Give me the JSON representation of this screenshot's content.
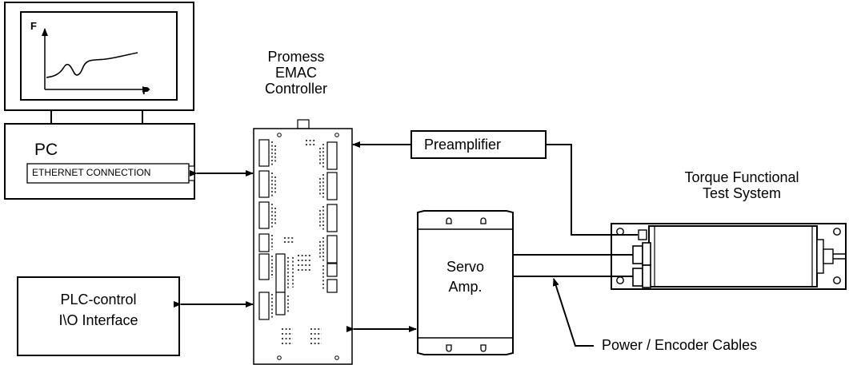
{
  "monitor": {
    "axis_y_label": "F",
    "axis_x_label": "P"
  },
  "pc": {
    "label": "PC",
    "ethernet_label": "ETHERNET CONNECTION"
  },
  "controller": {
    "title_line1": "Promess",
    "title_line2": "EMAC",
    "title_line3": "Controller"
  },
  "preamplifier": {
    "label": "Preamplifier"
  },
  "plc": {
    "line1": "PLC-control",
    "line2": "I\\O Interface"
  },
  "servo": {
    "line1": "Servo",
    "line2": "Amp."
  },
  "torque_system": {
    "line1": "Torque Functional",
    "line2": "Test System"
  },
  "cables": {
    "label": "Power / Encoder Cables"
  }
}
